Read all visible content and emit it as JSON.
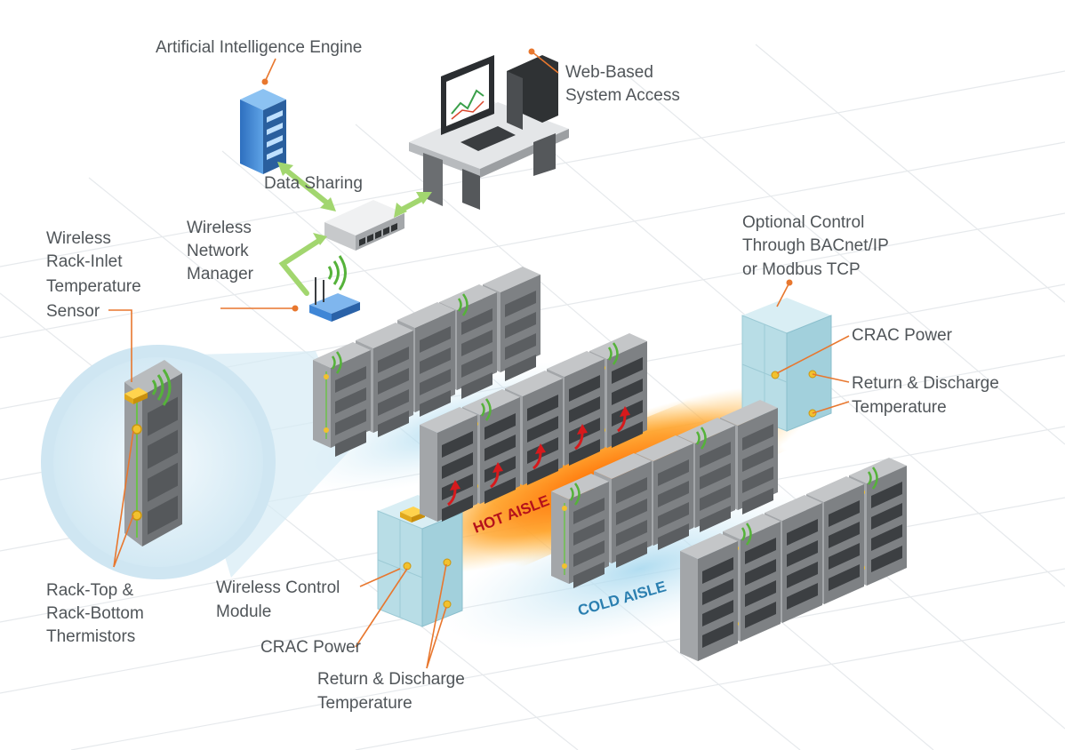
{
  "labels": {
    "ai_engine": "Artificial Intelligence Engine",
    "web_access_1": "Web-Based",
    "web_access_2": "System Access",
    "data_sharing": "Data Sharing",
    "wnm_1": "Wireless",
    "wnm_2": "Network",
    "wnm_3": "Manager",
    "sensor_1": "Wireless",
    "sensor_2": "Rack-Inlet",
    "sensor_3": "Temperature",
    "sensor_4": "Sensor",
    "thermistors_1": "Rack-Top &",
    "thermistors_2": "Rack-Bottom",
    "thermistors_3": "Thermistors",
    "wcm_1": "Wireless Control",
    "wcm_2": "Module",
    "crac_power_left": "CRAC Power",
    "rd_left_1": "Return & Discharge",
    "rd_left_2": "Temperature",
    "optional_1": "Optional Control",
    "optional_2": "Through BACnet/IP",
    "optional_3": "or Modbus TCP",
    "crac_power_right": "CRAC Power",
    "rd_right_1": "Return & Discharge",
    "rd_right_2": "Temperature",
    "hot_aisle": "HOT AISLE",
    "cold_aisle": "COLD AISLE"
  },
  "colors": {
    "label_text": "#505559",
    "leader_line": "#e8772e",
    "hot_aisle": "#ff8a1f",
    "hot_aisle_text": "#b5121b",
    "cold_aisle": "#bfe3f1",
    "cold_aisle_text": "#2b7fb0",
    "link_arrow": "#9fd36b",
    "server_blue": "#4a90d9",
    "rack_gray": "#8a8d90"
  },
  "icons": {
    "server": "server-tower-icon",
    "workstation": "computer-workstation-icon",
    "switch": "network-switch-icon",
    "router": "wireless-router-icon",
    "rack": "server-rack-icon",
    "crac": "crac-unit-icon",
    "sensor": "temperature-sensor-icon",
    "wifi": "wifi-signal-icon"
  }
}
